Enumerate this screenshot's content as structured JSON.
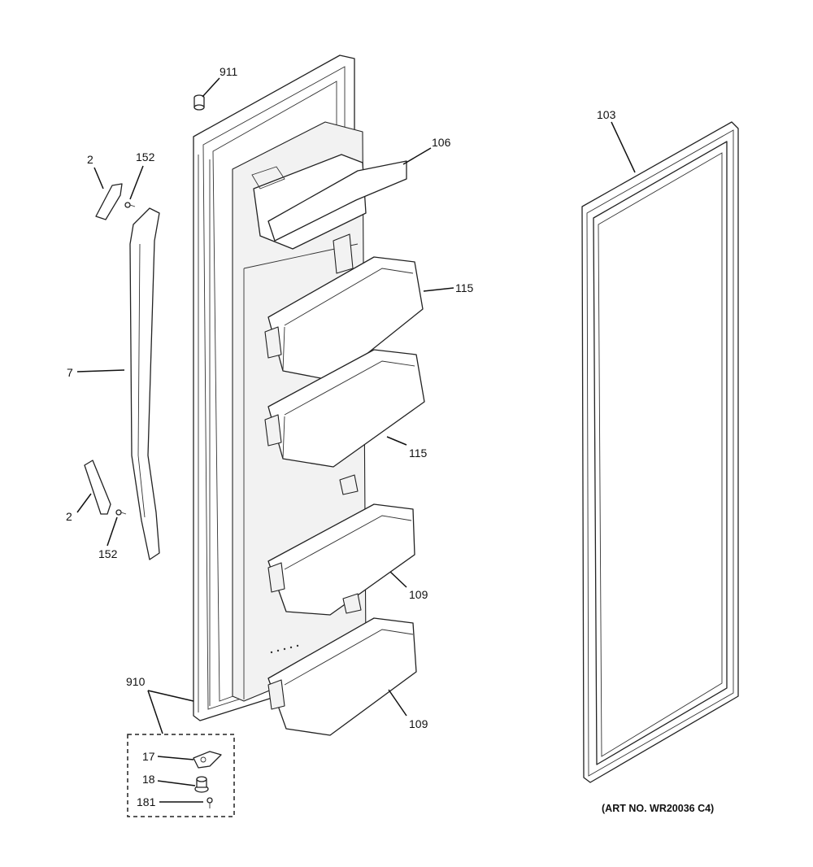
{
  "labels": {
    "p911": "911",
    "p106": "106",
    "p103": "103",
    "p2_top": "2",
    "p152_top": "152",
    "p115_upper": "115",
    "p115_lower": "115",
    "p7": "7",
    "p2_bottom": "2",
    "p152_bottom": "152",
    "p109_upper": "109",
    "p109_lower": "109",
    "p910": "910",
    "p17": "17",
    "p18": "18",
    "p181": "181"
  },
  "caption": "(ART NO. WR20036 C4)"
}
